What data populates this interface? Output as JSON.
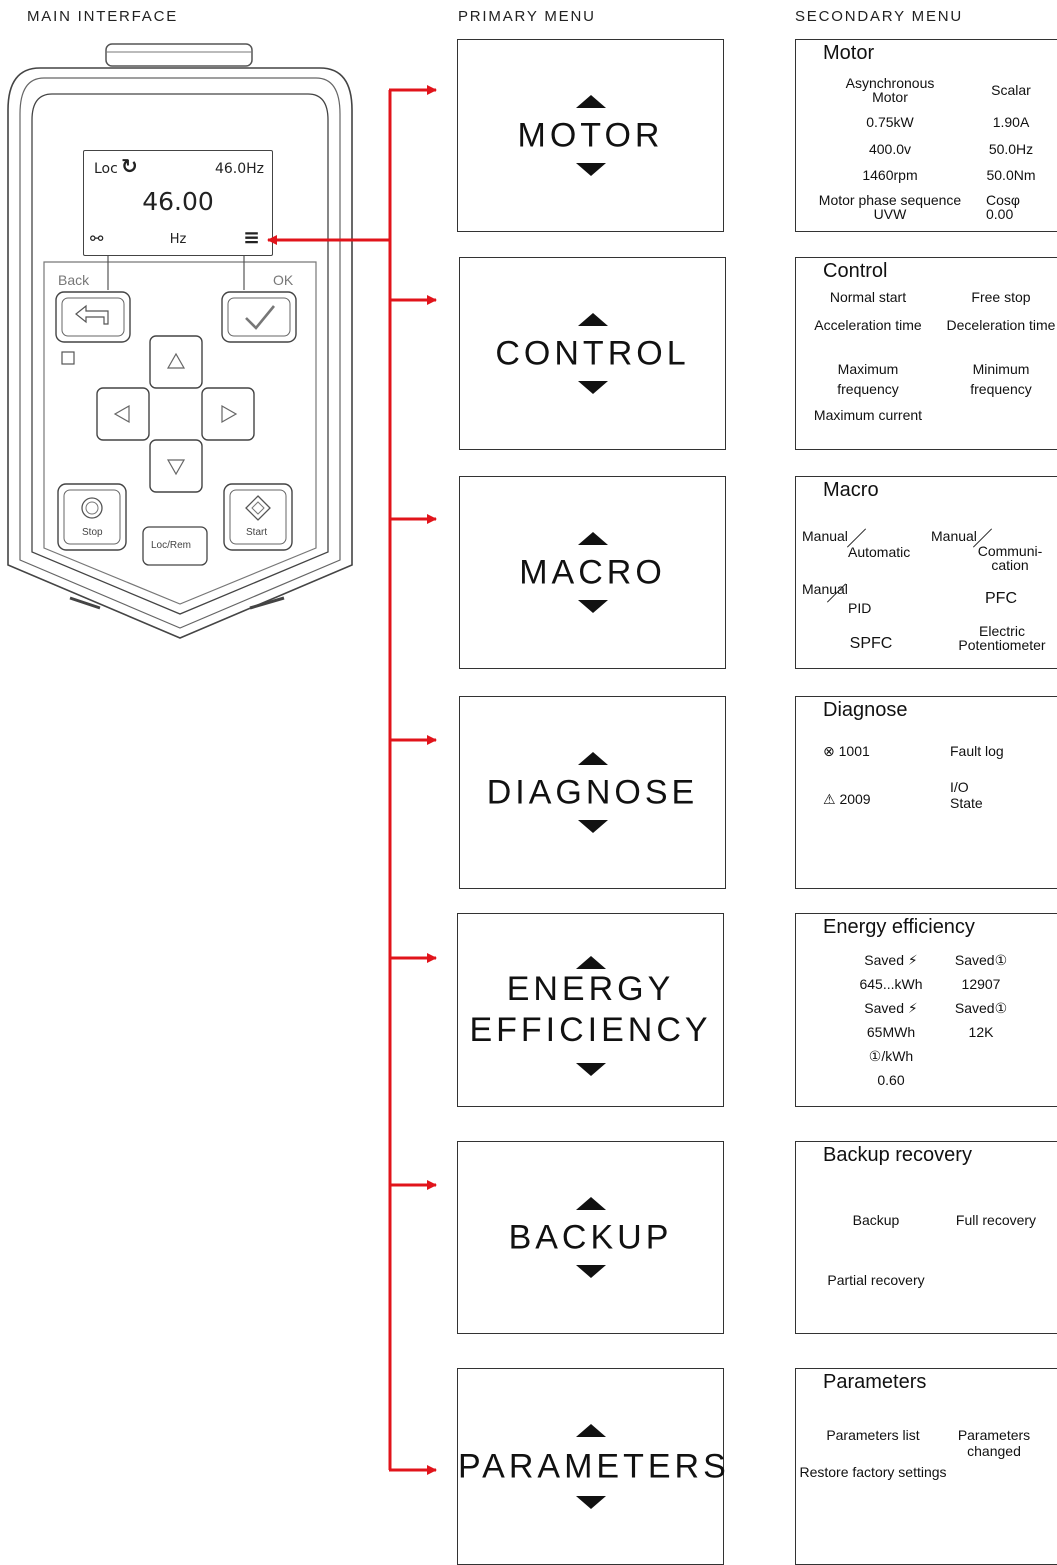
{
  "headers": {
    "main": "MAIN INTERFACE",
    "primary": "PRIMARY MENU",
    "secondary": "SECONDARY MENU"
  },
  "colors": {
    "arrow": "#e1141b",
    "stroke": "#333333"
  },
  "keypad": {
    "screen": {
      "mode": "Loc",
      "direction": "↻",
      "frequency": "46.0Hz",
      "value": "46.00",
      "unit": "Hz",
      "settings_icon": "settings-icon",
      "menu_icon": "menu-icon"
    },
    "back": "Back",
    "ok": "OK",
    "stop": "Stop",
    "start": "Start",
    "locrem": "Loc/Rem"
  },
  "primary": [
    {
      "label": "MOTOR"
    },
    {
      "label": "CONTROL"
    },
    {
      "label": "MACRO"
    },
    {
      "label": "DIAGNOSE"
    },
    {
      "label": "ENERGY\nEFFICIENCY"
    },
    {
      "label": "BACKUP"
    },
    {
      "label": "PARAMETERS"
    }
  ],
  "secondary": {
    "motor": {
      "title": "Motor",
      "items": [
        "Asynchronous Motor",
        "Scalar",
        "0.75kW",
        "1.90A",
        "400.0v",
        "50.0Hz",
        "1460rpm",
        "50.0Nm",
        "Motor phase sequence",
        "UVW",
        "Cosφ",
        "0.00"
      ]
    },
    "control": {
      "title": "Control",
      "items": [
        "Normal start",
        "Free stop",
        "Acceleration time",
        "Deceleration time",
        "Maximum frequency",
        "Minimum frequency",
        "Maximum current"
      ]
    },
    "macro": {
      "title": "Macro",
      "items": [
        {
          "a": "Manual",
          "b": "Automatic"
        },
        {
          "a": "Manual",
          "b": "Communi-cation"
        },
        {
          "a": "Manual",
          "b": "PID"
        },
        {
          "a": "PFC"
        },
        {
          "a": "SPFC"
        },
        {
          "a": "Electric Potentiometer"
        }
      ]
    },
    "diagnose": {
      "title": "Diagnose",
      "items": [
        "1001",
        "Fault log",
        "2009",
        "I/O",
        "State"
      ]
    },
    "energy": {
      "title": "Energy efficiency",
      "items": [
        "Saved ⚡",
        "Saved①",
        "645...kWh",
        "12907",
        "Saved ⚡",
        "Saved①",
        "65MWh",
        "12K",
        "①/kWh",
        "0.60"
      ]
    },
    "backup": {
      "title": "Backup recovery",
      "items": [
        "Backup",
        "Full recovery",
        "Partial recovery"
      ]
    },
    "parameters": {
      "title": "Parameters",
      "items": [
        "Parameters list",
        "Parameters changed",
        "Restore factory settings"
      ]
    }
  }
}
